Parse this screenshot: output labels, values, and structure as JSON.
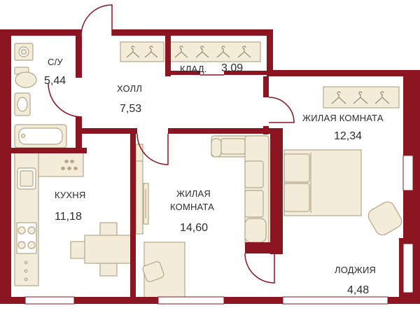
{
  "colors": {
    "wall": "#8b1520",
    "furniture_fill": "#f3ecd9",
    "furniture_stroke": "#b5a68a",
    "floor": "#ffffff",
    "window_line": "#8b1520",
    "text": "#2b2b2b"
  },
  "rooms": {
    "bathroom": {
      "name": "С/У",
      "area": "5,44"
    },
    "hall": {
      "name": "ХОЛЛ",
      "area": "7,53"
    },
    "storage": {
      "name": "КЛАД.",
      "area": "3,09"
    },
    "bedroom": {
      "name": "ЖИЛАЯ КОМНАТА",
      "area": "12,34"
    },
    "kitchen": {
      "name": "КУХНЯ",
      "area": "11,18"
    },
    "living": {
      "name_line1": "ЖИЛАЯ",
      "name_line2": "КОМНАТА",
      "area": "14,60"
    },
    "loggia": {
      "name": "ЛОДЖИЯ",
      "area": "4,48"
    }
  },
  "icons": [
    "hanger-icon",
    "toilet-icon",
    "sink-icon",
    "bathtub-icon",
    "washing-machine-icon",
    "stove-icon",
    "table-icon",
    "chair-icon",
    "sofa-icon",
    "bed-icon",
    "armchair-icon",
    "desk-icon",
    "tv-icon"
  ]
}
